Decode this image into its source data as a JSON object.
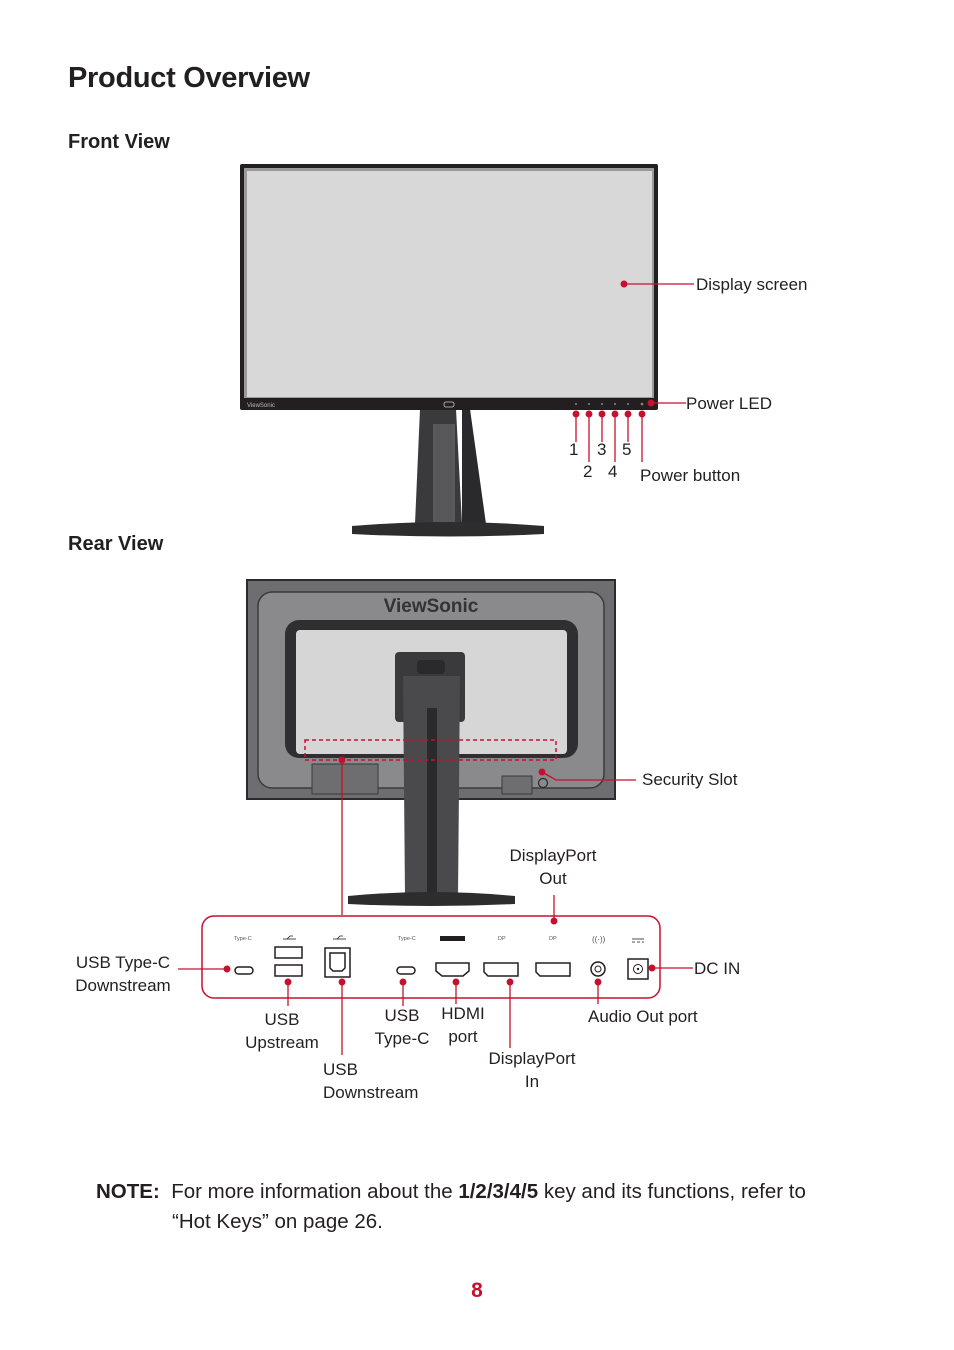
{
  "title": "Product Overview",
  "front_view": {
    "heading": "Front View",
    "bezel_logo": "ViewSonic",
    "labels": {
      "display_screen": "Display screen",
      "power_led": "Power LED",
      "power_button": "Power button"
    },
    "keys": [
      "1",
      "2",
      "3",
      "4",
      "5"
    ]
  },
  "rear_view": {
    "heading": "Rear View",
    "logo": "ViewSonic",
    "labels": {
      "security_slot": "Security Slot",
      "displayport_out": [
        "DisplayPort",
        "Out"
      ],
      "usb_typec_downstream": [
        "USB Type-C",
        "Downstream"
      ],
      "dc_in": "DC IN",
      "usb_upstream": [
        "USB",
        "Upstream"
      ],
      "usb_typec": [
        "USB",
        "Type-C"
      ],
      "hdmi_port": [
        "HDMI",
        "port"
      ],
      "audio_out_port": "Audio Out port",
      "displayport_in": [
        "DisplayPort",
        "In"
      ],
      "usb_downstream": [
        "USB",
        "Downstream"
      ]
    },
    "panel_markings": [
      "Type-C",
      "Type-C",
      "HDMI",
      "DP",
      "DP"
    ]
  },
  "note": {
    "label": "NOTE:",
    "text_before": "For more information about the ",
    "keys_bold": "1/2/3/4/5",
    "text_after": " key and its functions, refer to",
    "line2": "“Hot Keys” on page 26."
  },
  "page_number": "8",
  "colors": {
    "accent": "#c8102e",
    "screen": "#d8d8d8",
    "bezel": "#231f20",
    "stand": "#3a3a3c"
  }
}
